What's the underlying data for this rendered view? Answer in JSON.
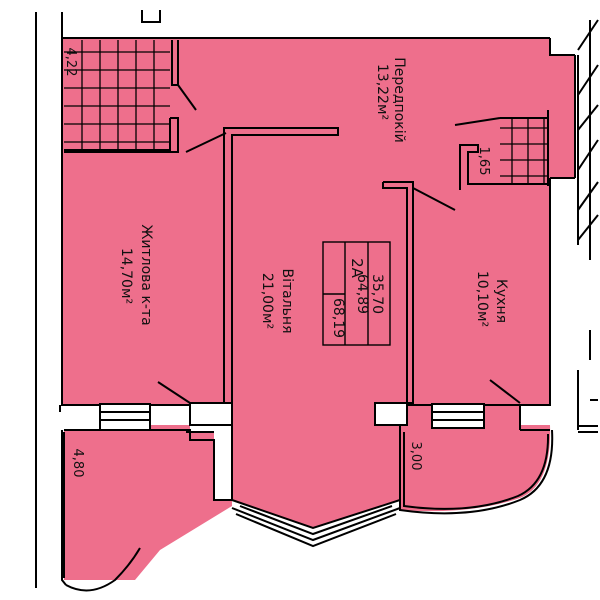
{
  "colors": {
    "room_fill": "#ee6f8c",
    "wall": "#000000",
    "background": "#ffffff"
  },
  "apartment": {
    "code": "2А",
    "total_area": "64,89",
    "living_area": "35,70",
    "area_with_balconies": "68,19"
  },
  "rooms": {
    "hall": {
      "name": "Передпокій",
      "area": "13,22м²"
    },
    "bedroom": {
      "name": "Житлова к-та",
      "area": "14,70м²"
    },
    "living": {
      "name": "Вітальня",
      "area": "21,00м²"
    },
    "kitchen": {
      "name": "Кухня",
      "area": "10,10м²"
    },
    "bathroom": {
      "area": "4,22"
    },
    "wc": {
      "area": "1,65"
    },
    "balcony_left": {
      "area": "4,80"
    },
    "balcony_right": {
      "area": "3,00"
    }
  }
}
